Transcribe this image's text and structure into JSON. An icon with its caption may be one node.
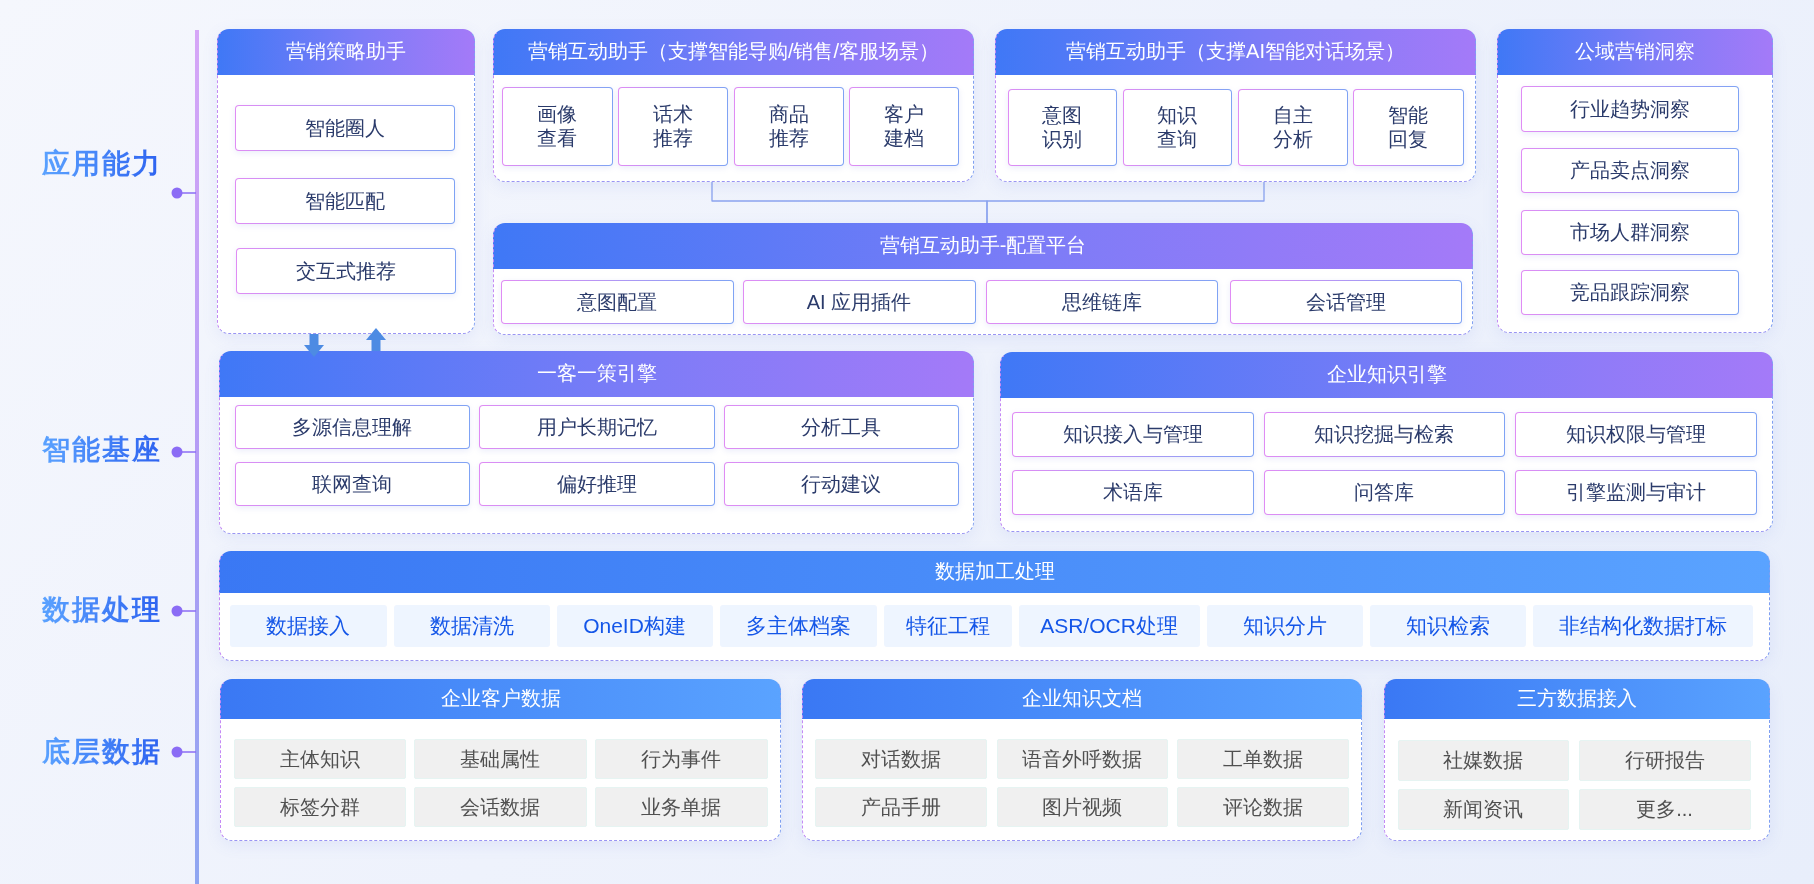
{
  "diagram": {
    "nodes": [
      {
        "text": [
          "营销策略助手"
        ]
      },
      {
        "text": [
          "智能圈人"
        ],
        "in": 0
      },
      {
        "text": [
          "智能匹配"
        ],
        "in": 0
      },
      {
        "text": [
          "交互式推荐"
        ],
        "in": 0
      },
      {
        "text": [
          "营销互动助手（支撑智能导购/销售/客服场景）"
        ]
      },
      {
        "text": [
          "画像查看"
        ],
        "in": 4
      },
      {
        "text": [
          "话术推荐"
        ],
        "in": 4
      },
      {
        "text": [
          "商品推荐"
        ],
        "in": 4
      },
      {
        "text": [
          "客户建档"
        ],
        "in": 4
      },
      {
        "text": [
          "营销互动助手（支撑AI智能对话场景）"
        ]
      },
      {
        "text": [
          "意图识别"
        ],
        "in": 9
      },
      {
        "text": [
          "知识查询"
        ],
        "in": 9
      },
      {
        "text": [
          "自主分析"
        ],
        "in": 9
      },
      {
        "text": [
          "智能回复"
        ],
        "in": 9
      },
      {
        "text": [
          "公域营销洞察"
        ]
      },
      {
        "text": [
          "行业趋势洞察"
        ],
        "in": 14
      },
      {
        "text": [
          "产品卖点洞察"
        ],
        "in": 14
      },
      {
        "text": [
          "市场人群洞察"
        ],
        "in": 14
      },
      {
        "text": [
          "竞品跟踪洞察"
        ],
        "in": 14
      },
      {
        "text": [
          "营销互动助手-配置平台"
        ]
      },
      {
        "text": [
          "意图配置"
        ],
        "in": 19
      },
      {
        "text": [
          "AI 应用插件"
        ],
        "in": 19
      },
      {
        "text": [
          "思维链库"
        ],
        "in": 19
      },
      {
        "text": [
          "会话管理"
        ],
        "in": 19
      },
      {
        "text": [
          "一客一策引擎"
        ]
      },
      {
        "text": [
          "多源信息理解"
        ],
        "in": 24
      },
      {
        "text": [
          "用户长期记忆"
        ],
        "in": 24
      },
      {
        "text": [
          "分析工具"
        ],
        "in": 24
      },
      {
        "text": [
          "联网查询"
        ],
        "in": 24
      },
      {
        "text": [
          "偏好推理"
        ],
        "in": 24
      },
      {
        "text": [
          "行动建议"
        ],
        "in": 24
      },
      {
        "text": [
          "企业知识引擎"
        ]
      },
      {
        "text": [
          "知识接入与管理"
        ],
        "in": 31
      },
      {
        "text": [
          "知识挖掘与检索"
        ],
        "in": 31
      },
      {
        "text": [
          "知识权限与管理"
        ],
        "in": 31
      },
      {
        "text": [
          "术语库"
        ],
        "in": 31
      },
      {
        "text": [
          "问答库"
        ],
        "in": 31
      },
      {
        "text": [
          "引擎监测与审计"
        ],
        "in": 31
      },
      {
        "text": [
          "数据加工处理"
        ]
      },
      {
        "text": [
          "数据接入"
        ],
        "in": 38
      },
      {
        "text": [
          "数据清洗"
        ],
        "in": 38
      },
      {
        "text": [
          "OneID构建"
        ],
        "in": 38
      },
      {
        "text": [
          "多主体档案"
        ],
        "in": 38
      },
      {
        "text": [
          "特征工程"
        ],
        "in": 38
      },
      {
        "text": [
          "ASR/OCR处理"
        ],
        "in": 38
      },
      {
        "text": [
          "知识分片"
        ],
        "in": 38
      },
      {
        "text": [
          "知识检索"
        ],
        "in": 38
      },
      {
        "text": [
          "非结构化数据打标"
        ],
        "in": 38
      },
      {
        "text": [
          "企业客户数据"
        ]
      },
      {
        "text": [
          "主体知识"
        ],
        "in": 48
      },
      {
        "text": [
          "基础属性"
        ],
        "in": 48
      },
      {
        "text": [
          "行为事件"
        ],
        "in": 48
      },
      {
        "text": [
          "标签分群"
        ],
        "in": 48
      },
      {
        "text": [
          "会话数据"
        ],
        "in": 48
      },
      {
        "text": [
          "业务单据"
        ],
        "in": 48
      },
      {
        "text": [
          "企业知识文档"
        ]
      },
      {
        "text": [
          "对话数据"
        ],
        "in": 55
      },
      {
        "text": [
          "语音外呼数据"
        ],
        "in": 55
      },
      {
        "text": [
          "工单数据"
        ],
        "in": 55
      },
      {
        "text": [
          "产品手册"
        ],
        "in": 55
      },
      {
        "text": [
          "图片视频"
        ],
        "in": 55
      },
      {
        "text": [
          "评论数据"
        ],
        "in": 55
      },
      {
        "text": [
          "三方数据接入"
        ]
      },
      {
        "text": [
          "社媒数据"
        ],
        "in": 62
      },
      {
        "text": [
          "行研报告"
        ],
        "in": 62
      },
      {
        "text": [
          "新闻资讯"
        ],
        "in": 62
      },
      {
        "text": [
          "更多..."
        ],
        "in": 62
      }
    ],
    "edges": [
      {
        "from": 0,
        "to": 24,
        "arrow": "to",
        "style": "thick"
      },
      {
        "from": 24,
        "to": 0,
        "arrow": "to",
        "style": "thick"
      },
      {
        "from": 4,
        "to": 19,
        "arrow": "none"
      },
      {
        "from": 9,
        "to": 19,
        "arrow": "none"
      }
    ],
    "labels": [
      "应用能力",
      "智能基座",
      "数据处理",
      "底层数据"
    ]
  }
}
